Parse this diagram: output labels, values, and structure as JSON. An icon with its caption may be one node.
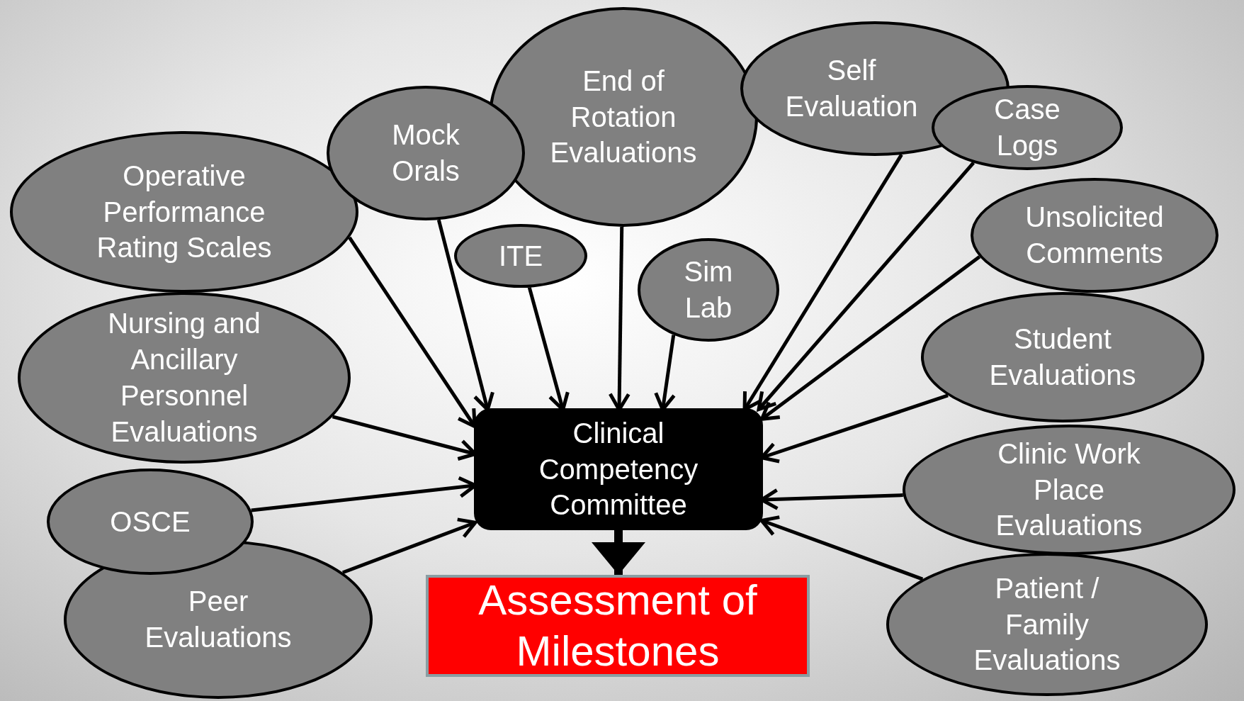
{
  "diagram": {
    "nodes": [
      {
        "text": [
          "Operative Performance Rating Scales"
        ]
      },
      {
        "text": [
          "Mock Orals"
        ]
      },
      {
        "text": [
          "End of Rotation Evaluations"
        ]
      },
      {
        "text": [
          "Self Evaluation"
        ]
      },
      {
        "text": [
          "Case Logs"
        ]
      },
      {
        "text": [
          "ITE"
        ]
      },
      {
        "text": [
          "Sim Lab"
        ]
      },
      {
        "text": [
          "Unsolicited Comments"
        ]
      },
      {
        "text": [
          "Nursing and Ancillary Personnel Evaluations"
        ]
      },
      {
        "text": [
          "Student Evaluations"
        ]
      },
      {
        "text": [
          "OSCE"
        ]
      },
      {
        "text": [
          "Peer Evaluations"
        ]
      },
      {
        "text": [
          "Clinic Work Place Evaluations"
        ]
      },
      {
        "text": [
          "Patient / Family Evaluations"
        ]
      },
      {
        "text": [
          "Clinical Competency Committee"
        ]
      },
      {
        "text": [
          "Assessment of Milestones"
        ]
      }
    ],
    "edges": [
      {
        "from": 0,
        "to": 14,
        "arrow": "to"
      },
      {
        "from": 1,
        "to": 14,
        "arrow": "to"
      },
      {
        "from": 2,
        "to": 14,
        "arrow": "to"
      },
      {
        "from": 3,
        "to": 14,
        "arrow": "to"
      },
      {
        "from": 4,
        "to": 14,
        "arrow": "to"
      },
      {
        "from": 5,
        "to": 14,
        "arrow": "to"
      },
      {
        "from": 6,
        "to": 14,
        "arrow": "to"
      },
      {
        "from": 7,
        "to": 14,
        "arrow": "to"
      },
      {
        "from": 8,
        "to": 14,
        "arrow": "to"
      },
      {
        "from": 9,
        "to": 14,
        "arrow": "to"
      },
      {
        "from": 10,
        "to": 14,
        "arrow": "to"
      },
      {
        "from": 11,
        "to": 14,
        "arrow": "to"
      },
      {
        "from": 12,
        "to": 14,
        "arrow": "to"
      },
      {
        "from": 13,
        "to": 14,
        "arrow": "to"
      },
      {
        "from": 14,
        "to": 15,
        "arrow": "to",
        "style": "thick"
      }
    ]
  }
}
